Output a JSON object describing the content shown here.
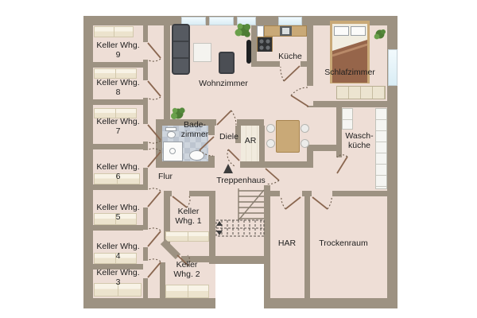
{
  "plan_type": "floor-plan",
  "rooms": {
    "keller9": {
      "label": "Keller Whg. 9"
    },
    "keller8": {
      "label": "Keller Whg. 8"
    },
    "keller7": {
      "label": "Keller Whg. 7"
    },
    "keller6": {
      "label": "Keller Whg. 6"
    },
    "keller5": {
      "label": "Keller Whg. 5"
    },
    "keller4": {
      "label": "Keller Whg. 4"
    },
    "keller3": {
      "label": "Keller Whg. 3"
    },
    "keller1": {
      "label": "Keller\nWhg. 1"
    },
    "keller2": {
      "label": "Keller\nWhg. 2"
    },
    "wohnzimmer": {
      "label": "Wohnzimmer"
    },
    "kueche": {
      "label": "Küche"
    },
    "schlafzimmer": {
      "label": "Schlafzimmer"
    },
    "badezimmer": {
      "label": "Bade-\nzimmer"
    },
    "diele": {
      "label": "Diele"
    },
    "ar": {
      "label": "AR"
    },
    "waschkueche": {
      "label": "Wasch-\nküche"
    },
    "flur": {
      "label": "Flur"
    },
    "treppenhaus": {
      "label": "Treppenhaus"
    },
    "har": {
      "label": "HAR"
    },
    "trockenraum": {
      "label": "Trockenraum"
    }
  },
  "icons": {
    "stairs_direction": "triangle-up"
  },
  "colors": {
    "background": "#ffffff",
    "wall": "#9d9282",
    "floor": "#eeded6",
    "shelf_border": "#d2c8ac",
    "tile_light": "#ced5dd",
    "tile_dark": "#bdc5d0",
    "door": "#8a6750",
    "sofa": "#4b4e54",
    "wood": "#c9a977",
    "bed_blanket": "#96654a",
    "plant_dark": "#4e7d35",
    "plant_light": "#6aa04b",
    "label_text": "#1e1e1e"
  }
}
